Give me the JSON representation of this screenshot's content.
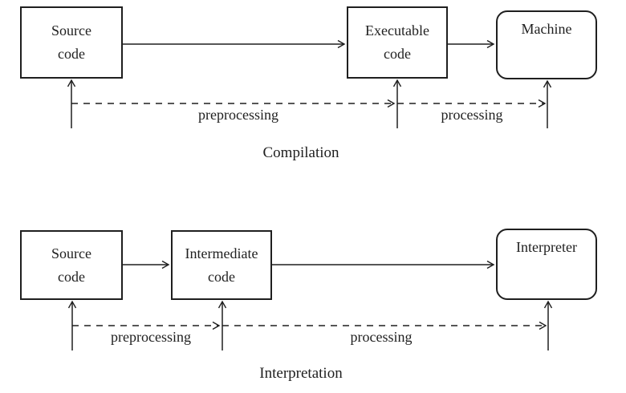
{
  "colors": {
    "background": "#ffffff",
    "stroke": "#1f1f1f",
    "text": "#1f1f1f"
  },
  "icons": {
    "loop": "circular-self-loop-arrow",
    "arrowhead": "open-v-arrowhead"
  },
  "compilation": {
    "title": "Compilation",
    "source_box": {
      "line1": "Source",
      "line2": "code"
    },
    "executable_box": {
      "line1": "Executable",
      "line2": "code"
    },
    "machine_box": {
      "label": "Machine"
    },
    "preprocessing_label": "preprocessing",
    "processing_label": "processing"
  },
  "interpretation": {
    "title": "Interpretation",
    "source_box": {
      "line1": "Source",
      "line2": "code"
    },
    "intermediate_box": {
      "line1": "Intermediate",
      "line2": "code"
    },
    "interpreter_box": {
      "label": "Interpreter"
    },
    "preprocessing_label": "preprocessing",
    "processing_label": "processing"
  }
}
